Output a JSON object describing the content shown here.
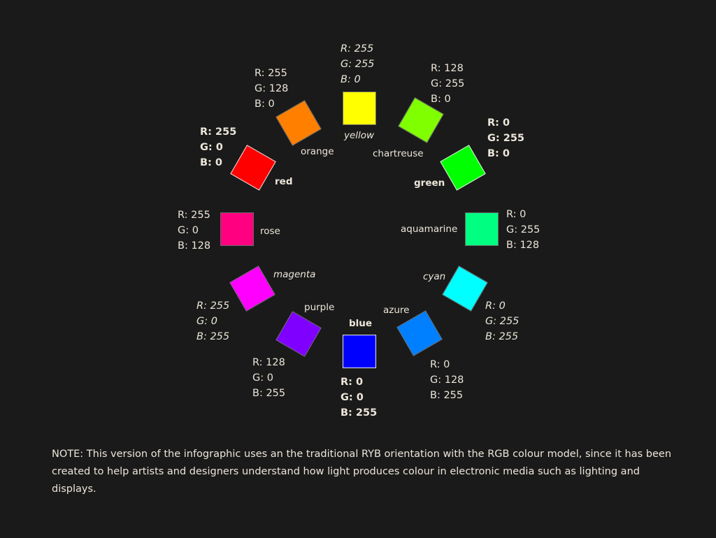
{
  "wheel": {
    "colors": [
      {
        "key": "yellow",
        "name": "yellow",
        "type": "secondary",
        "hex": "#ffff00",
        "r": "R: 255",
        "g": "G: 255",
        "b": "B: 0"
      },
      {
        "key": "chartreuse",
        "name": "chartreuse",
        "type": "tertiary",
        "hex": "#80ff00",
        "r": "R: 128",
        "g": "G: 255",
        "b": "B: 0"
      },
      {
        "key": "green",
        "name": "green",
        "type": "primary",
        "hex": "#00ff00",
        "r": "R: 0",
        "g": "G: 255",
        "b": "B: 0"
      },
      {
        "key": "aquamarine",
        "name": "aquamarine",
        "type": "tertiary",
        "hex": "#00ff80",
        "r": "R: 0",
        "g": "G: 255",
        "b": "B: 128"
      },
      {
        "key": "cyan",
        "name": "cyan",
        "type": "secondary",
        "hex": "#00ffff",
        "r": "R: 0",
        "g": "G: 255",
        "b": "B: 255"
      },
      {
        "key": "azure",
        "name": "azure",
        "type": "tertiary",
        "hex": "#0080ff",
        "r": "R: 0",
        "g": "G: 128",
        "b": "B: 255"
      },
      {
        "key": "blue",
        "name": "blue",
        "type": "primary",
        "hex": "#0000ff",
        "r": "R: 0",
        "g": "G: 0",
        "b": "B: 255"
      },
      {
        "key": "purple",
        "name": "purple",
        "type": "tertiary",
        "hex": "#8000ff",
        "r": "R: 128",
        "g": "G: 0",
        "b": "B: 255"
      },
      {
        "key": "magenta",
        "name": "magenta",
        "type": "secondary",
        "hex": "#ff00ff",
        "r": "R: 255",
        "g": "G: 0",
        "b": "B: 255"
      },
      {
        "key": "rose",
        "name": "rose",
        "type": "tertiary",
        "hex": "#ff0080",
        "r": "R: 255",
        "g": "G: 0",
        "b": "B: 128"
      },
      {
        "key": "red",
        "name": "red",
        "type": "primary",
        "hex": "#ff0000",
        "r": "R: 255",
        "g": "G: 0",
        "b": "B: 0"
      },
      {
        "key": "orange",
        "name": "orange",
        "type": "tertiary",
        "hex": "#ff8000",
        "r": "R: 255",
        "g": "G: 128",
        "b": "B: 0"
      }
    ]
  },
  "note": "NOTE: This version of the infographic uses an the traditional RYB orientation with the RGB colour model, since it has been created to help artists and designers understand how light produces colour in electronic media such as lighting and displays."
}
